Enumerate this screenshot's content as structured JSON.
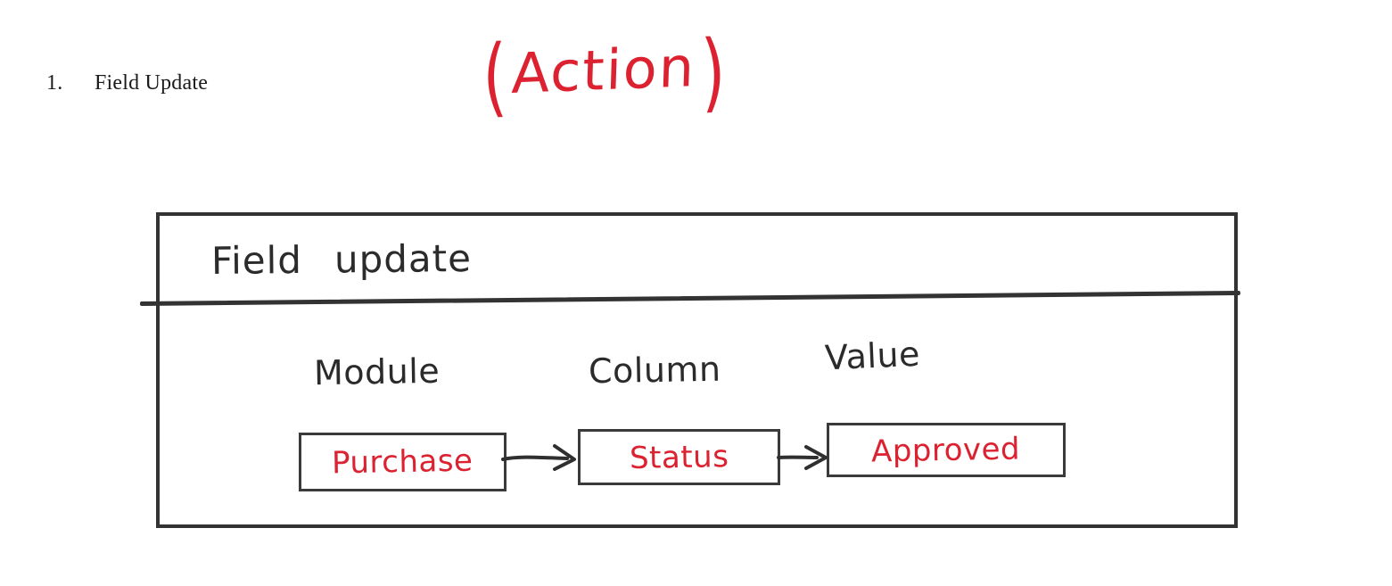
{
  "document": {
    "list_number": "1.",
    "heading": "Field Update"
  },
  "annotation": {
    "open_paren": "(",
    "text": "Action",
    "close_paren": ")",
    "color": "#dc2230"
  },
  "frame": {
    "title": "Field",
    "title_second": "update",
    "border_color": "#333333",
    "columns": [
      {
        "label": "Module",
        "value": "Purchase"
      },
      {
        "label": "Column",
        "value": "Status"
      },
      {
        "label": "Value",
        "value": "Approved"
      }
    ],
    "value_text_color": "#dc2230",
    "flow_connectors": [
      "arrow-right",
      "arrow-right"
    ]
  }
}
